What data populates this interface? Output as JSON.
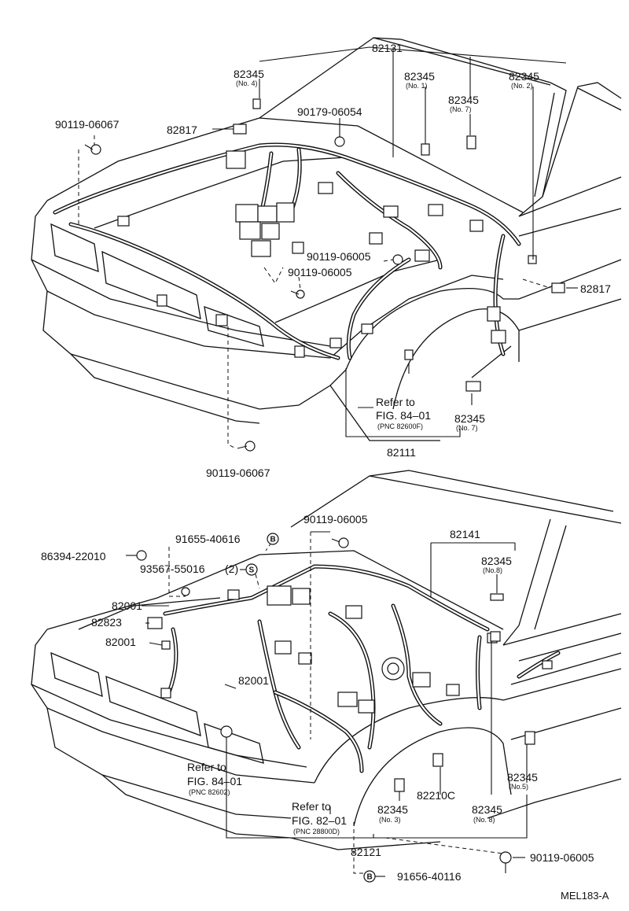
{
  "diagram": {
    "top": {
      "labels": {
        "l82131": "82131",
        "l82345_no4": "82345",
        "l82345_no4_sub": "(No. 4)",
        "l82345_no1": "82345",
        "l82345_no1_sub": "(No. 1)",
        "l82345_no2": "82345",
        "l82345_no2_sub": "(No. 2)",
        "l82345_no7a": "82345",
        "l82345_no7a_sub": "(No. 7)",
        "l90179": "90179-06054",
        "l90119_06067a": "90119-06067",
        "l82817a": "82817",
        "l90119_06005a": "90119-06005",
        "l90119_06005b": "90119-06005",
        "l82817b": "82817",
        "refer_a": "Refer to",
        "fig_a": "FIG. 84–01",
        "pnc_a": "(PNC 82600F)",
        "l82345_no7b": "82345",
        "l82345_no7b_sub": "(No. 7)",
        "l82111": "82111",
        "l90119_06067b": "90119-06067"
      }
    },
    "bottom": {
      "labels": {
        "l90119_06005c": "90119-06005",
        "l91655": "91655-40616",
        "b_marker_1": "B",
        "l86394": "86394-22010",
        "l93567": "93567-55016",
        "l93567_qty": "(2)",
        "s_marker": "S",
        "l82141": "82141",
        "l82345_no8a": "82345",
        "l82345_no8a_sub": "(No.8)",
        "l82001a": "82001",
        "l82823": "82823",
        "l82001b": "82001",
        "l82001c": "82001",
        "refer_b": "Refer to",
        "fig_b": "FIG. 84–01",
        "pnc_b": "(PNC 82602)",
        "refer_c": "Refer to",
        "fig_c": "FIG. 82–01",
        "pnc_c": "(PNC 28800D)",
        "l82345_no3": "82345",
        "l82345_no3_sub": "(No. 3)",
        "l82210c": "82210C",
        "l82345_no8b": "82345",
        "l82345_no8b_sub": "(No. 8)",
        "l82345_no5": "82345",
        "l82345_no5_sub": "(No.5)",
        "l82121": "82121",
        "l90119_06005d": "90119-06005",
        "b_marker_2": "B",
        "l91656": "91656-40116"
      }
    },
    "code": "MEL183-A"
  }
}
